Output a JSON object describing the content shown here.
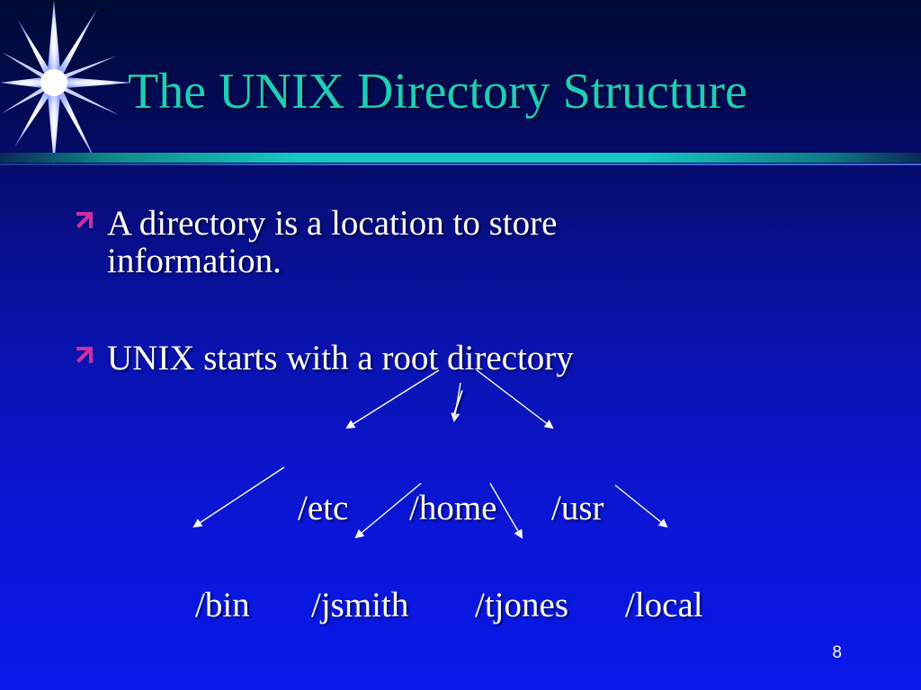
{
  "slide": {
    "title": "The UNIX Directory Structure",
    "bullets": [
      {
        "line1": "A directory is a location to store",
        "line2": "information."
      },
      {
        "line1": "UNIX starts with a root directory"
      }
    ],
    "tree": {
      "root": "/",
      "level1": [
        "/etc",
        "/home",
        "/usr"
      ],
      "level2": [
        "/bin",
        "/jsmith",
        "/tjones",
        "/local"
      ]
    },
    "page_number": "8"
  },
  "colors": {
    "title": "#1ecdb6",
    "bullet_mark": "#d02fa0",
    "text": "#ffffff",
    "background_top": "#000a33",
    "background_bottom": "#0a18ea"
  },
  "icons": {
    "decoration": "starburst-icon",
    "bullet": "arrow-up-right-icon"
  }
}
